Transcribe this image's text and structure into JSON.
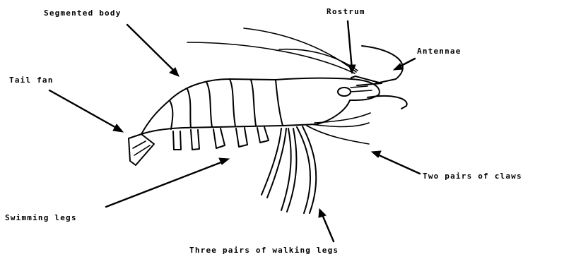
{
  "labels": {
    "segmented_body": "Segmented body",
    "rostrum": "Rostrum",
    "antennae": "Antennae",
    "tail_fan": "Tail fan",
    "two_pairs_claws": "Two pairs of claws",
    "swimming_legs": "Swimming legs",
    "three_pairs_walking_legs": "Three pairs of walking legs"
  }
}
